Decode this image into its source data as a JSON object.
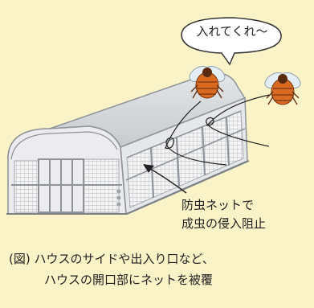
{
  "speech_bubble": {
    "text": "入れてくれ〜"
  },
  "callout": {
    "line1": "防虫ネットで",
    "line2": "成虫の侵入阻止"
  },
  "caption": {
    "line1": "(図) ハウスのサイドや出入り口など、",
    "line2": "ハウスの開口部にネットを被覆"
  },
  "colors": {
    "background": "#fbf3c8",
    "house_roof": "#d2d5d8",
    "house_frame": "#8e949a",
    "house_wall": "#ececee",
    "net": "#c9ccd0",
    "insect_body": "#d86a22",
    "insect_wing": "#e6eef5"
  },
  "icons": [
    "greenhouse-icon",
    "insect-icon",
    "speech-bubble-icon"
  ]
}
